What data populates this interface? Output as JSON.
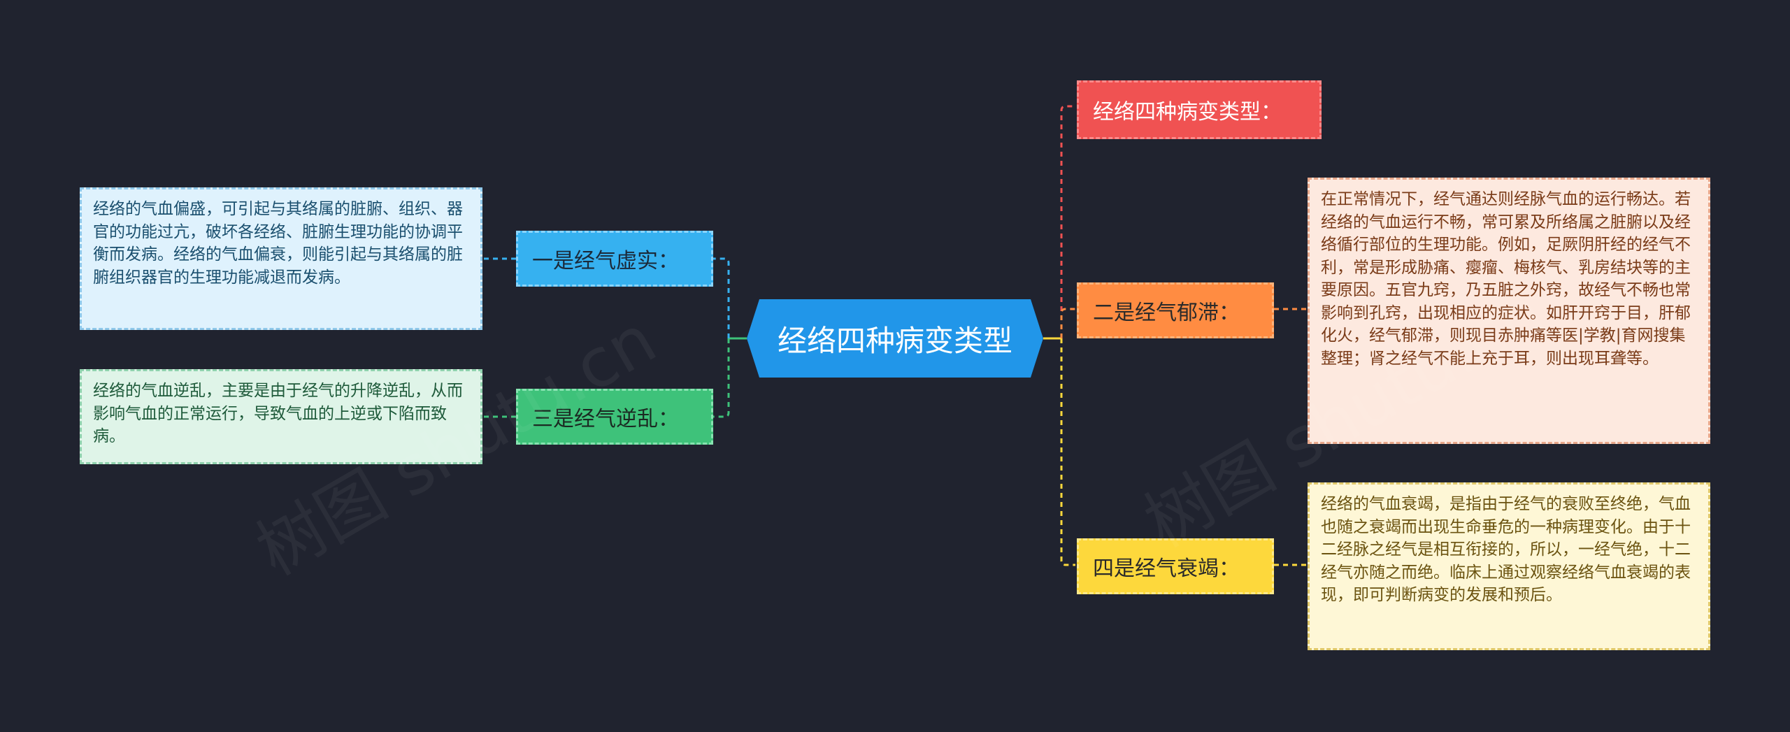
{
  "root": {
    "label": "经络四种病变类型"
  },
  "right": {
    "title_node": {
      "label": "经络四种病变类型：",
      "color": "#f05252"
    },
    "branch2": {
      "label": "二是经气郁滞：",
      "color": "#ff8c42",
      "detail": "在正常情况下，经气通达则经脉气血的运行畅达。若经络的气血运行不畅，常可累及所络属之脏腑以及经络循行部位的生理功能。例如，足厥阴肝经的经气不利，常是形成胁痛、瘿瘤、梅核气、乳房结块等的主要原因。五官九窍，乃五脏之外窍，故经气不畅也常影响到孔窍，出现相应的症状。如肝开窍于目，肝郁化火，经气郁滞，则现目赤肿痛等医|学教|育网搜集整理；肾之经气不能上充于耳，则出现耳聋等。"
    },
    "branch4": {
      "label": "四是经气衰竭：",
      "color": "#fdd83c",
      "detail": "经络的气血衰竭，是指由于经气的衰败至终绝，气血也随之衰竭而出现生命垂危的一种病理变化。由于十二经脉之经气是相互衔接的，所以，一经气绝，十二经气亦随之而绝。临床上通过观察经络气血衰竭的表现，即可判断病变的发展和预后。"
    }
  },
  "left": {
    "branch1": {
      "label": "一是经气虚实：",
      "color": "#36b1f0",
      "detail": "经络的气血偏盛，可引起与其络属的脏腑、组织、器官的功能过亢，破坏各经络、脏腑生理功能的协调平衡而发病。经络的气血偏衰，则能引起与其络属的脏腑组织器官的生理功能减退而发病。"
    },
    "branch3": {
      "label": "三是经气逆乱：",
      "color": "#3ec27a",
      "detail": "经络的气血逆乱，主要是由于经气的升降逆乱，从而影响气血的正常运行，导致气血的上逆或下陷而致病。"
    }
  },
  "watermark": {
    "text": "树图 shutu.cn"
  }
}
